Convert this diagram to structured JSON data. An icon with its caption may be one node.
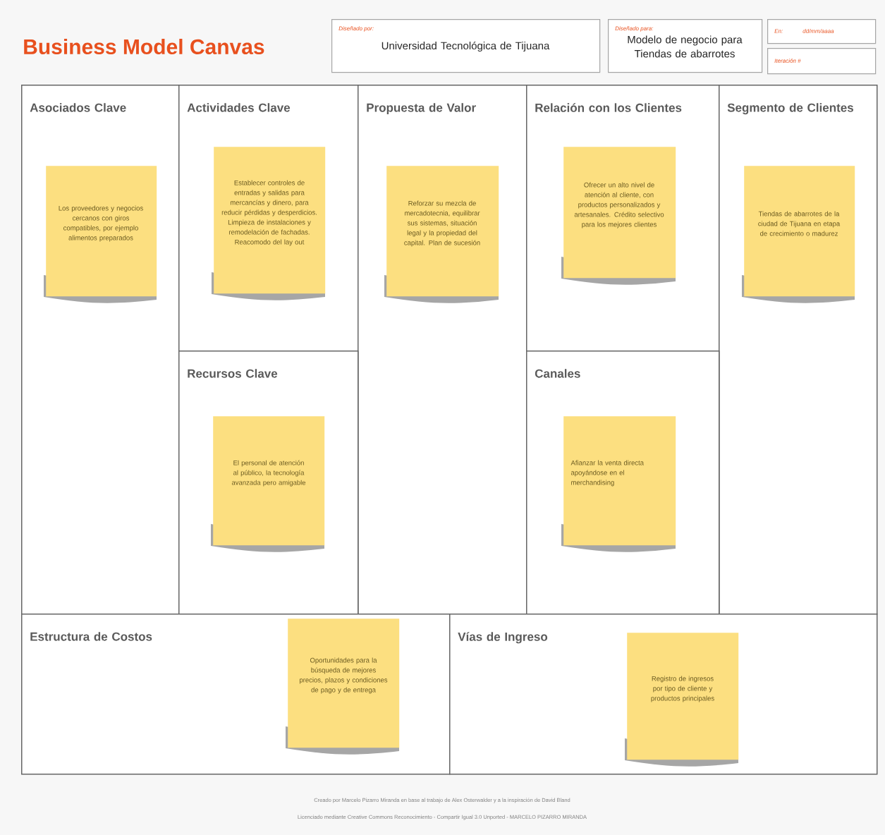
{
  "diagram": {
    "title": "Business Model Canvas",
    "nodes": [
      {
        "text": [
          "Diseñado por:",
          "Universidad Tecnológica de Tijuana"
        ]
      },
      {
        "text": [
          "Diseñado para:",
          "Modelo de negocio para Tiendas de abarrotes"
        ]
      },
      {
        "text": [
          "En:",
          "dd/mm/aaaa"
        ]
      },
      {
        "text": [
          "Iteración #"
        ]
      },
      {
        "text": [
          "Asociados Clave"
        ]
      },
      {
        "text": [
          "Los proveedores y negocios cercanos con giros compatibles, por ejemplo alimentos preparados"
        ],
        "in": 4
      },
      {
        "text": [
          "Actividades Clave"
        ]
      },
      {
        "text": [
          "Establecer controles de entradas y salidas para mercancías y dinero, para reducir pérdidas y desperdicios. Limpieza de instalaciones y remodelación de fachadas. Reacomodo del lay out"
        ],
        "in": 6
      },
      {
        "text": [
          "Propuesta de Valor"
        ]
      },
      {
        "text": [
          "Reforzar su mezcla de mercadotecnia, equilibrar sus sistemas, situación legal y la propiedad del capital. Plan de sucesión"
        ],
        "in": 8
      },
      {
        "text": [
          "Relación con los Clientes"
        ]
      },
      {
        "text": [
          "Ofrecer un alto nivel de atención al cliente, con productos personalizados y artesanales. Crédito selectivo para los mejores clientes"
        ],
        "in": 10
      },
      {
        "text": [
          "Segmento de Clientes"
        ]
      },
      {
        "text": [
          "Tiendas de abarrotes de la ciudad de Tijuana en etapa de crecimiento o madurez"
        ],
        "in": 12
      },
      {
        "text": [
          "Recursos Clave"
        ]
      },
      {
        "text": [
          "El personal de atención al público, la tecnología avanzada pero amigable"
        ],
        "in": 14
      },
      {
        "text": [
          "Canales"
        ]
      },
      {
        "text": [
          "Afianzar la venta directa apoyándose en el merchandising"
        ],
        "in": 16
      },
      {
        "text": [
          "Estructura de Costos"
        ]
      },
      {
        "text": [
          "Oportunidades para la búsqueda de mejores precios, plazos y condiciones de pago y de entrega"
        ],
        "in": 18
      },
      {
        "text": [
          "Vías de Ingreso"
        ]
      },
      {
        "text": [
          "Registro de ingresos por tipo de cliente y productos principales"
        ],
        "in": 20
      }
    ],
    "labels": [
      "Creado por Marcelo Pizarro Miranda en base al trabajo de Alex Osterwalder y a la inspiración de David Bland",
      "Licenciado mediante Creative Commons Reconocimiento - Compartir Igual 3.0 Unported - MARCELO PIZARRO MIRANDA"
    ]
  }
}
